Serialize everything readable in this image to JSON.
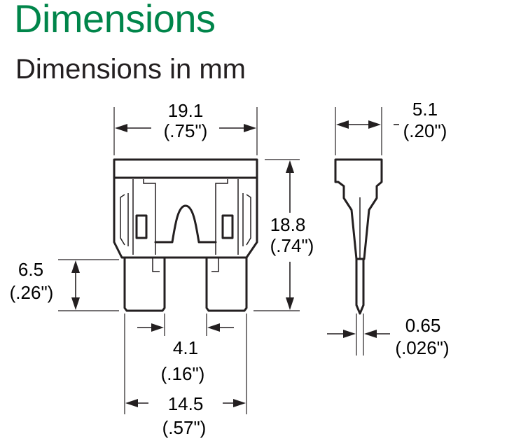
{
  "header": {
    "title": "Dimensions",
    "subtitle": "Dimensions in mm"
  },
  "colors": {
    "title_green": "#00854a",
    "text": "#231f20",
    "line": "#231f20",
    "background": "#ffffff"
  },
  "dimensions": {
    "overall_width": {
      "mm": "19.1",
      "inch": "(.75\")"
    },
    "thickness": {
      "mm": "5.1",
      "inch": "(.20\")"
    },
    "overall_height": {
      "mm": "18.8",
      "inch": "(.74\")"
    },
    "blade_length": {
      "mm": "6.5",
      "inch": "(.26\")"
    },
    "blade_width": {
      "mm": "4.1",
      "inch": "(.16\")"
    },
    "blade_spacing": {
      "mm": "14.5",
      "inch": "(.57\")"
    },
    "blade_thickness": {
      "mm": "0.65",
      "inch": "(.026\")"
    }
  }
}
